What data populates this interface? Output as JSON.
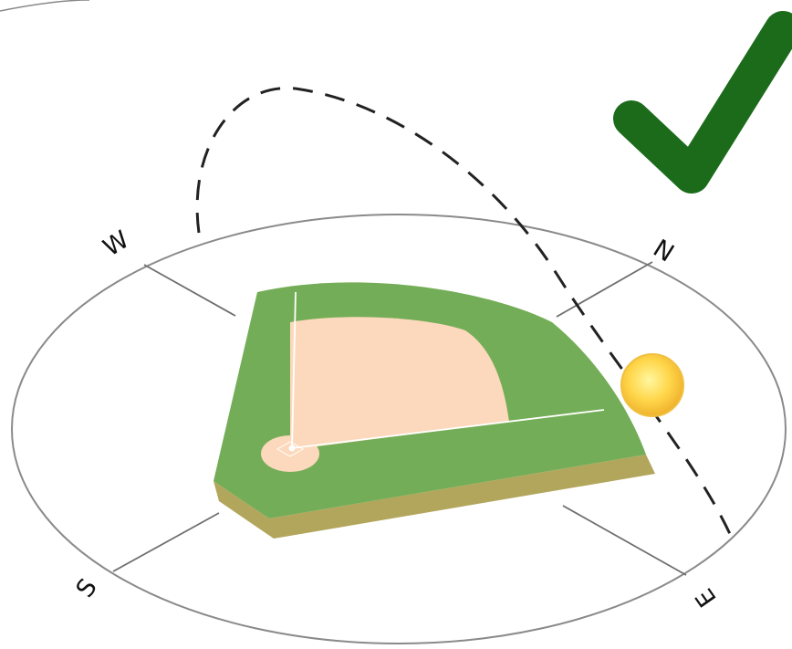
{
  "compass": {
    "west": "W",
    "north": "N",
    "east": "E",
    "south": "S"
  },
  "colors": {
    "grass": "#74ad57",
    "grass_side": "#b2a65c",
    "infield_dirt": "#fcd9bc",
    "foul_line": "#ffffff",
    "compass_ring": "#8a8a8a",
    "sun_path": "#222222",
    "sun_center": "#fff07a",
    "sun_edge": "#f0b62e",
    "checkmark": "#1b6b1a"
  },
  "icons": {
    "checkmark": "checkmark-icon",
    "sun": "sun-icon"
  }
}
